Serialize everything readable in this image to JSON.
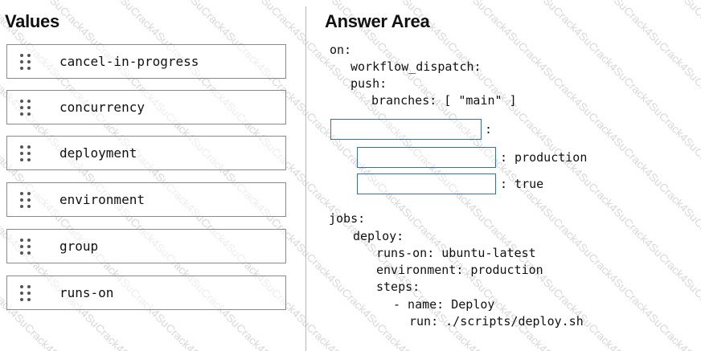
{
  "values_panel": {
    "title": "Values",
    "items": [
      {
        "label": "cancel-in-progress"
      },
      {
        "label": "concurrency"
      },
      {
        "label": "deployment"
      },
      {
        "label": "environment"
      },
      {
        "label": "group"
      },
      {
        "label": "runs-on"
      }
    ]
  },
  "answer_panel": {
    "title": "Answer Area",
    "code": {
      "on": "on:",
      "workflow_dispatch": "workflow_dispatch:",
      "push": "push:",
      "branches": "branches: [ \"main\" ]",
      "slot1_suffix": ":",
      "slot2_suffix": ": production",
      "slot3_suffix": ": true",
      "jobs": "jobs:",
      "deploy": "deploy:",
      "runs_on": "runs-on: ubuntu-latest",
      "environment": "environment: production",
      "steps": "steps:",
      "step_name": "- name: Deploy",
      "step_run": "run: ./scripts/deploy.sh"
    }
  },
  "watermark": {
    "text": "Crack4Sure"
  },
  "colors": {
    "drop_box_border": "#3a6ea8",
    "item_border": "#8a8a8a",
    "divider": "#b8b8b8"
  },
  "icons": {
    "drag_handle": "drag-handle-icon"
  }
}
